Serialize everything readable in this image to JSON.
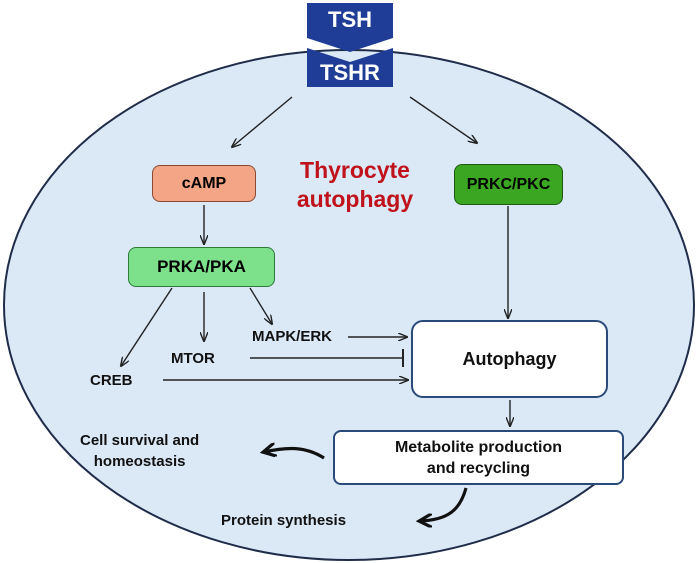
{
  "receptor": {
    "ligand": "TSH",
    "receptor": "TSHR",
    "color": "#1f3d96"
  },
  "title": {
    "line1": "Thyrocyte",
    "line2": "autophagy",
    "color": "#c0121b"
  },
  "cell": {
    "fill": "#dbe9f7",
    "stroke": "#1f2d4a"
  },
  "nodes": {
    "camp": {
      "label": "cAMP",
      "fill": "#f4a585"
    },
    "prka": {
      "label": "PRKA/PKA",
      "fill": "#7de08a"
    },
    "prkc": {
      "label": "PRKC/PKC",
      "fill": "#3aa622"
    },
    "autophagy": {
      "label": "Autophagy"
    },
    "metabolite": {
      "line1": "Metabolite production",
      "line2": "and recycling"
    }
  },
  "labels": {
    "mapk": "MAPK/ERK",
    "mtor": "MTOR",
    "creb": "CREB",
    "cell_survival_1": "Cell survival and",
    "cell_survival_2": "homeostasis",
    "protein_synthesis": "Protein synthesis"
  }
}
